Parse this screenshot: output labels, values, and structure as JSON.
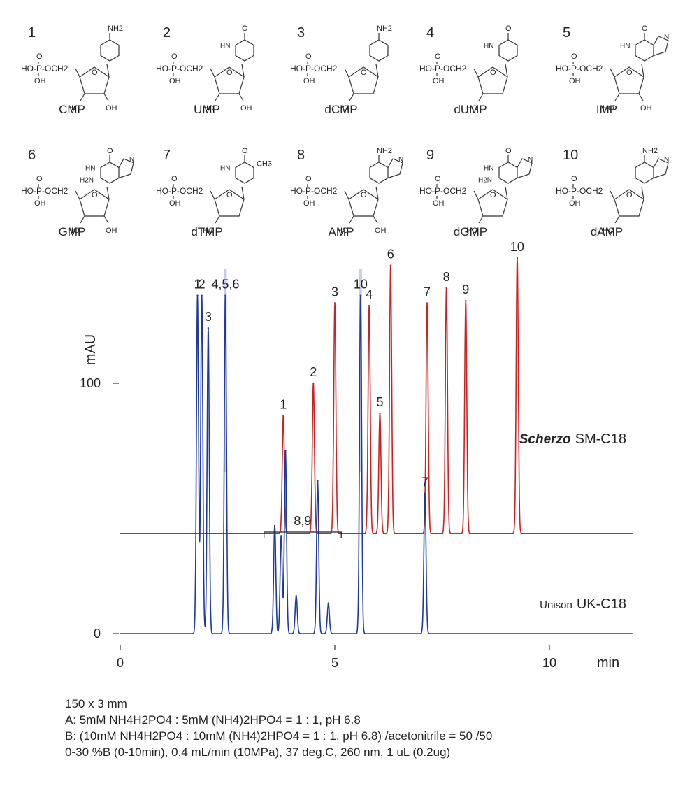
{
  "compounds": [
    {
      "num": "1",
      "name": "CMP"
    },
    {
      "num": "2",
      "name": "UMP"
    },
    {
      "num": "3",
      "name": "dCMP"
    },
    {
      "num": "4",
      "name": "dUMP"
    },
    {
      "num": "5",
      "name": "IMP"
    },
    {
      "num": "6",
      "name": "GMP"
    },
    {
      "num": "7",
      "name": "dTMP"
    },
    {
      "num": "8",
      "name": "AMP"
    },
    {
      "num": "9",
      "name": "dGMP"
    },
    {
      "num": "10",
      "name": "dAMP"
    }
  ],
  "chem_labels": {
    "phosphate": "HO-P-OCH2",
    "p_o": "O",
    "p_oh": "OH",
    "oh": "OH",
    "ho": "HO",
    "nh2": "NH2",
    "h2n": "H2N",
    "hn": "HN",
    "ch3": "CH3",
    "ring_o": "O",
    "carbonyl_o": "O",
    "n": "N"
  },
  "chart_data": {
    "type": "line",
    "xlabel": "min",
    "ylabel": "mAU",
    "x_ticks": [
      "0",
      "5",
      "10"
    ],
    "x_tick_values": [
      0,
      5,
      10
    ],
    "y_ticks": [
      "0",
      "100"
    ],
    "y_tick_values": [
      0,
      100
    ],
    "xlim": [
      0,
      12
    ],
    "ylim": [
      0,
      200
    ],
    "grid": false,
    "series": [
      {
        "name": "Scherzo SM-C18",
        "name_brand": "Scherzo",
        "name_model": "SM-C18",
        "color": "#cc2222",
        "baseline": 40,
        "peaks": [
          {
            "label": "1",
            "x": 3.8,
            "y": 87
          },
          {
            "label": "2",
            "x": 4.5,
            "y": 100
          },
          {
            "label": "3",
            "x": 5.0,
            "y": 132
          },
          {
            "label": "4",
            "x": 5.8,
            "y": 131
          },
          {
            "label": "5",
            "x": 6.05,
            "y": 88
          },
          {
            "label": "6",
            "x": 6.3,
            "y": 147
          },
          {
            "label": "7",
            "x": 7.15,
            "y": 132
          },
          {
            "label": "8",
            "x": 7.6,
            "y": 138
          },
          {
            "label": "9",
            "x": 8.05,
            "y": 133
          },
          {
            "label": "10",
            "x": 9.25,
            "y": 150
          }
        ]
      },
      {
        "name": "Unison UK-C18",
        "name_brand": "Unison",
        "name_model": "UK-C18",
        "color": "#1f3a9a",
        "baseline": 0,
        "peaks": [
          {
            "label": "1",
            "x": 1.8,
            "y": 135
          },
          {
            "label": "2",
            "x": 1.9,
            "y": 135
          },
          {
            "label": "3",
            "x": 2.05,
            "y": 122
          },
          {
            "label": "4,5,6",
            "x": 2.45,
            "y": 135
          },
          {
            "label": "8,9",
            "x": 3.6,
            "y": 43
          },
          {
            "label": "",
            "x": 3.75,
            "y": 39
          },
          {
            "label": "",
            "x": 3.85,
            "y": 73
          },
          {
            "label": "",
            "x": 4.1,
            "y": 15
          },
          {
            "label": "",
            "x": 4.6,
            "y": 61
          },
          {
            "label": "",
            "x": 4.85,
            "y": 12
          },
          {
            "label": "10",
            "x": 5.6,
            "y": 135
          },
          {
            "label": "7",
            "x": 7.1,
            "y": 56
          }
        ]
      }
    ],
    "group_bracket": {
      "label": "8,9",
      "x_start": 3.35,
      "x_end": 5.15
    }
  },
  "conditions": [
    "150 x 3 mm",
    "A: 5mM NH4H2PO4 : 5mM (NH4)2HPO4 = 1 : 1, pH 6.8",
    "B: (10mM NH4H2PO4 : 10mM (NH4)2HPO4 = 1 : 1, pH 6.8) /acetonitrile = 50 /50",
    "0-30 %B (0-10min), 0.4 mL/min (10MPa), 37 deg.C, 260 nm, 1 uL (0.2ug)"
  ]
}
